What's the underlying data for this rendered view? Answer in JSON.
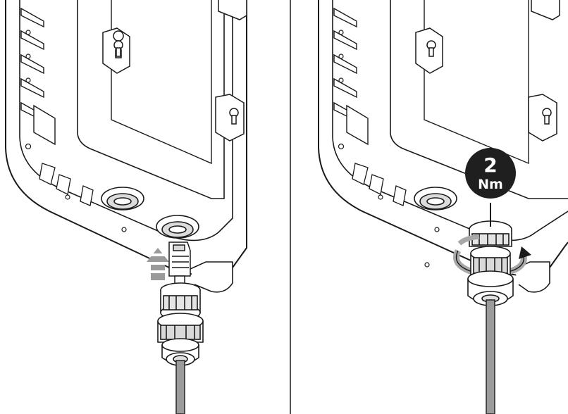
{
  "panels": [
    {
      "step": "insert-connector"
    },
    {
      "step": "tighten-gland",
      "torque": {
        "value": "2",
        "unit": "Nm"
      }
    }
  ],
  "colors": {
    "line": "#1a1a1a",
    "fill": "#ffffff",
    "shade": "#d9d9d9",
    "shade_dark": "#a8a8a8",
    "arrow": "#9a9a9a",
    "badge": "#1f1f1f",
    "cable": "#9b9b9b"
  }
}
